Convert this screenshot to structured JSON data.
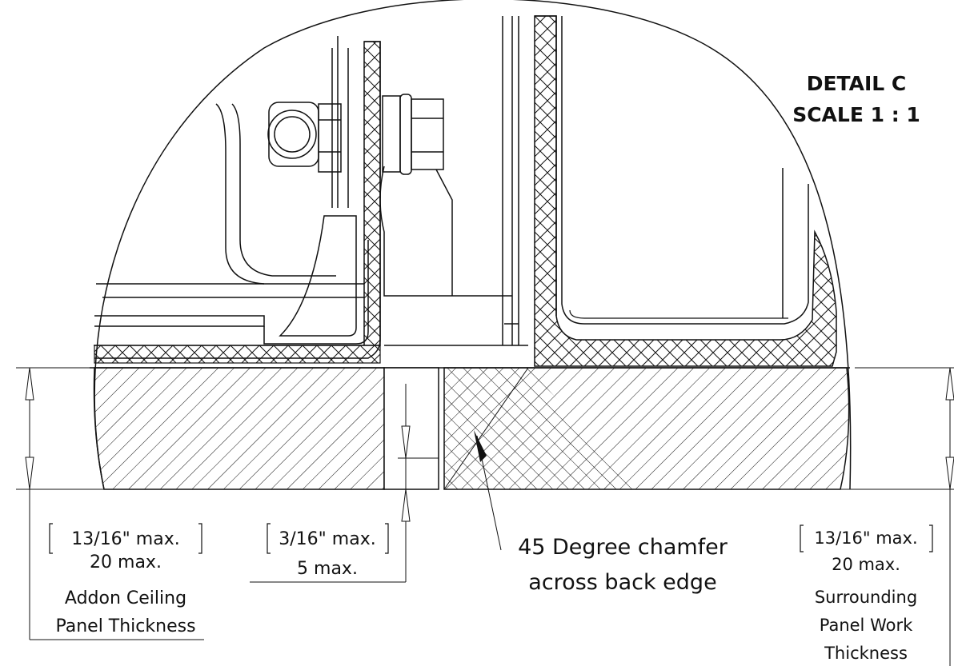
{
  "detail": {
    "title": "DETAIL C",
    "scale": "SCALE 1 : 1"
  },
  "dimensions": {
    "left": {
      "imperial": "13/16\" max.",
      "metric": "20 max.",
      "desc_line1": "Addon Ceiling",
      "desc_line2": "Panel Thickness"
    },
    "middle": {
      "imperial": "3/16\" max.",
      "metric": "5 max."
    },
    "right": {
      "imperial": "13/16\" max.",
      "metric": "20 max.",
      "desc_line1": "Surrounding",
      "desc_line2": "Panel Work",
      "desc_line3": "Thickness"
    }
  },
  "callout": {
    "line1": "45 Degree chamfer",
    "line2": "across back edge"
  },
  "colors": {
    "stroke": "#111111",
    "background": "#ffffff"
  }
}
